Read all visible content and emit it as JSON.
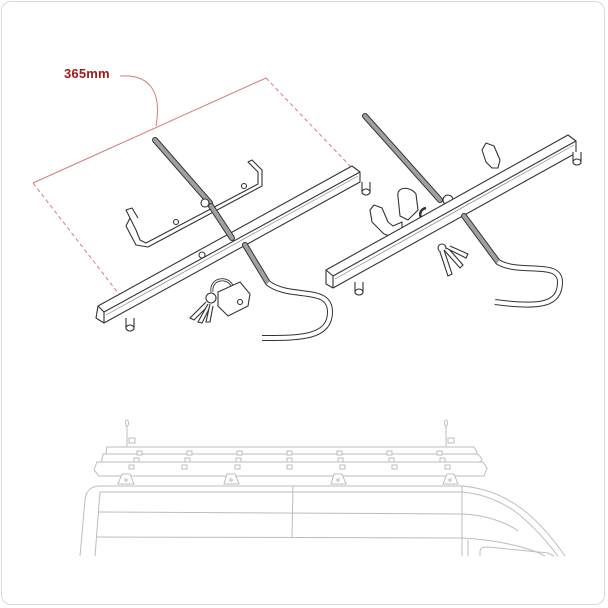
{
  "illustration": {
    "title": "Ladder roof rack clamps",
    "dimension": {
      "label": "365mm",
      "color": "#9b1b1b",
      "guide_color": "#d97a7a"
    },
    "parts": [
      {
        "name": "left-clamp-bar",
        "description": "Square tube crossbar with threaded rod, U-bracket, hook and pins"
      },
      {
        "name": "left-padlock",
        "description": "Padlock with keys"
      },
      {
        "name": "right-clamp-bar",
        "description": "Square tube crossbar with threaded rod, U-bracket, hook and pins"
      },
      {
        "name": "right-keys",
        "description": "Key set"
      },
      {
        "name": "van-roof-rack",
        "description": "Van roof with roof rack and ladder (grey outline)"
      }
    ],
    "colors": {
      "line": "#333333",
      "rod_fill": "#9a9a9a",
      "van_line": "#bdbdbd",
      "border": "#d9d9d9"
    }
  }
}
